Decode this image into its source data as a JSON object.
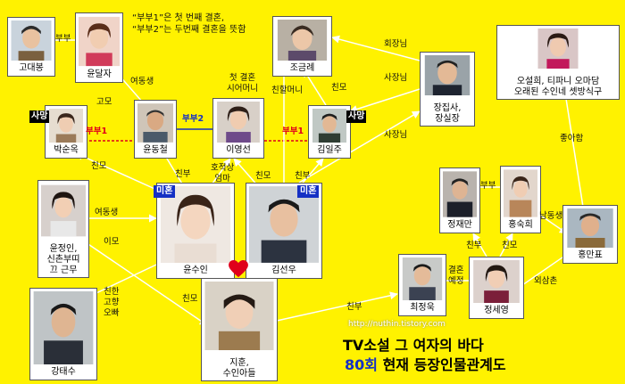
{
  "note": [
    "“부부1”은 첫 번째 결혼,",
    "“부부2”는 두번째 결혼을 뜻함"
  ],
  "people": {
    "godaebong": "고대봉",
    "yundalja": "윤달자",
    "jogeumrye": "조금례",
    "jangiljang": [
      "장집사,",
      "장실장"
    ],
    "oseolhui": [
      "오설희, 티파니 오마담",
      "오래된 수인네 셋방식구"
    ],
    "baksunok": "박순옥",
    "yundongcheol": "윤동철",
    "iyeongseon": "이영선",
    "gimilju": "김일주",
    "jeongjaeman": "정재만",
    "hongsukhui": "홍숙희",
    "hongmanpyo": "홍만표",
    "yunjeongin": [
      "윤정인,",
      "신촌부띠",
      "끄 근무"
    ],
    "yunsuin": "윤수인",
    "gimseonu": "김선우",
    "choejeonguk": "최정욱",
    "jeongseyeong": "정세영",
    "gangtaesu": "강태수",
    "jihun": [
      "지훈,",
      "수인아들"
    ]
  },
  "labels": {
    "bubu_top": "부부",
    "bubu_right": "부부",
    "bubu1_left": "부부1",
    "bubu1_right": "부부1",
    "bubu2": "부부2",
    "yeodongsaeng_top": "여동생",
    "yeodongsaeng_left": "여동생",
    "gomo": "고모",
    "first_mil": [
      "첫 결혼",
      "시어머니"
    ],
    "chinhalmeoni": "친할머니",
    "chinmo_top": "친모",
    "hoejangnim": "회장님",
    "sajangnim_top": "사장님",
    "sajangnim_mid": "사장님",
    "joahham": "좋아함",
    "chinmo_left": "친모",
    "chinbu_left": "친부",
    "hojeok": [
      "호적상",
      "엄마"
    ],
    "chinmo_mid": "친모",
    "chinbu_mid": "친부",
    "namdongsaeng": "남동생",
    "chinbu_right": "친부",
    "chinmo_right": "친모",
    "imo": "이모",
    "gyeolhon": [
      "결혼",
      "예정"
    ],
    "oesamchon": "외삼촌",
    "chinhan": [
      "친한",
      "고향",
      "오빠"
    ],
    "chinmo_low": "친모",
    "chinbu_low": "친부"
  },
  "tags": {
    "samang_left": "사망",
    "samang_right": "사망",
    "mihon_left": "미혼",
    "mihon_right": "미혼"
  },
  "watermark": "http://nuthin.tistory.com",
  "title": {
    "line1": "TV소설 그 여자의 바다",
    "episode": "80회",
    "line2": " 현재 등장인물관계도"
  },
  "colors": {
    "background": "#FFF200",
    "accent_red": "#E0001B",
    "accent_blue": "#1530C4"
  }
}
